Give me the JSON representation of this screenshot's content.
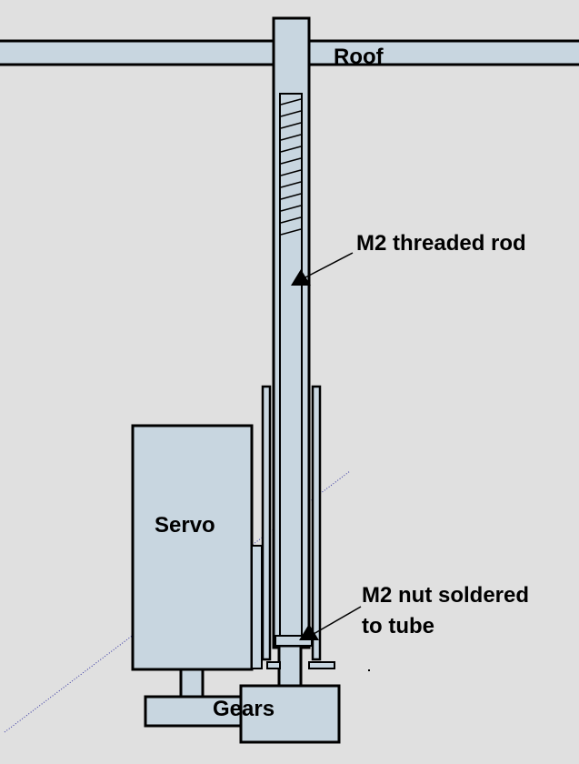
{
  "colors": {
    "background": "#e0e0e0",
    "part_fill": "#c8d6e0",
    "outline": "#000000",
    "guide_line": "#3030a0"
  },
  "labels": {
    "roof": "Roof",
    "threaded_rod": "M2 threaded rod",
    "nut_line1": "M2 nut soldered",
    "nut_line2": "to tube",
    "servo": "Servo",
    "gears": "Gears"
  }
}
